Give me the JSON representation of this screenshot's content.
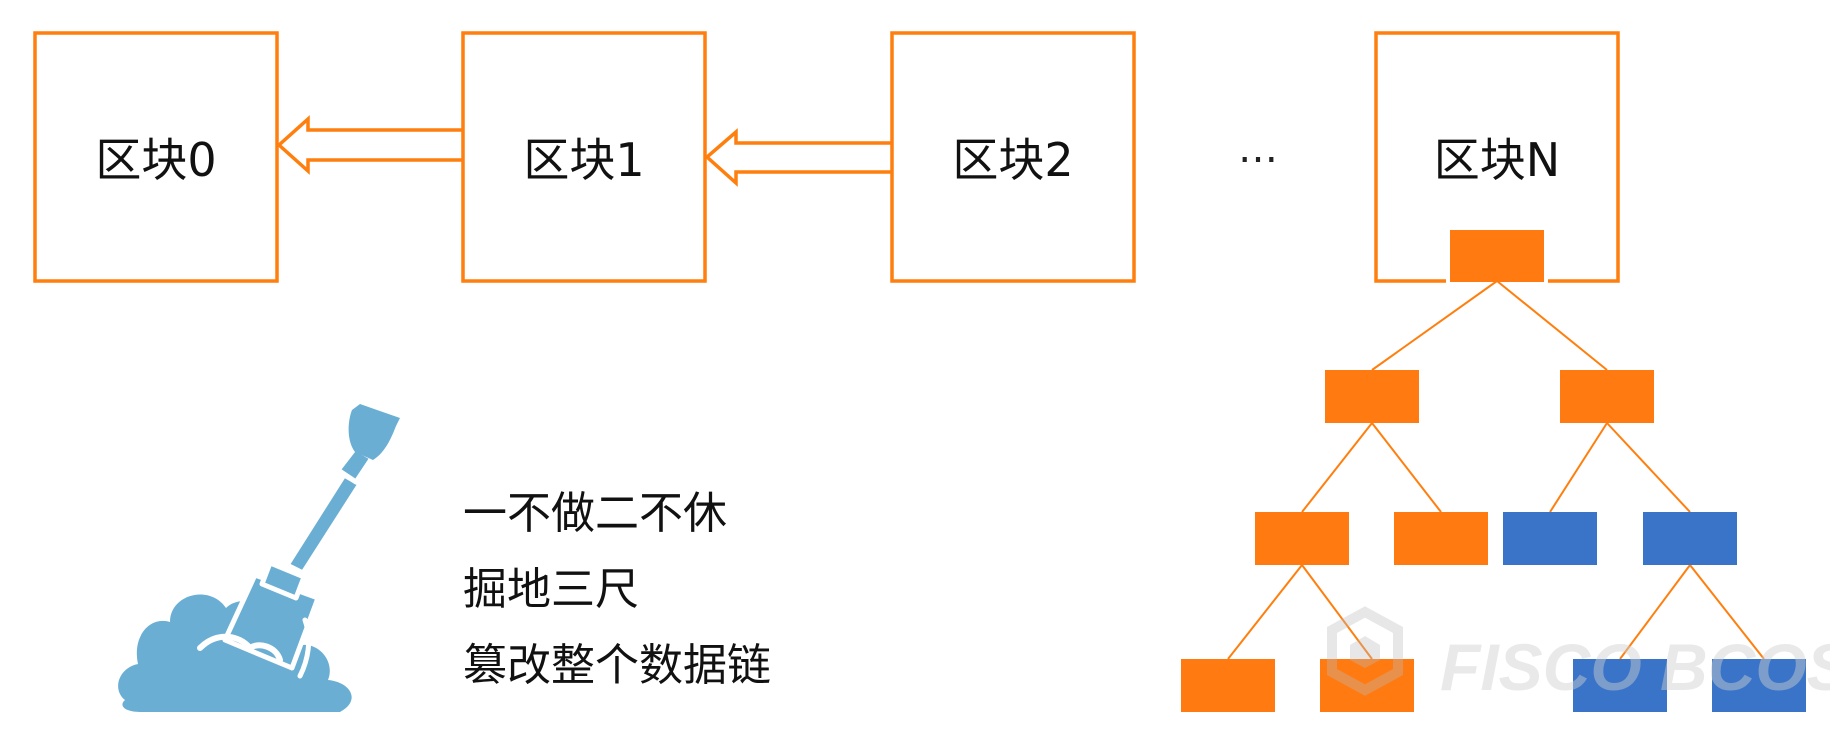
{
  "blocks": [
    {
      "label": "区块0"
    },
    {
      "label": "区块1"
    },
    {
      "label": "区块2"
    },
    {
      "label": "区块N"
    }
  ],
  "ellipsis": "…",
  "caption": {
    "line1": "一不做二不休",
    "line2": "掘地三尺",
    "line3": "篡改整个数据链"
  },
  "watermark": "FISCO BCOS",
  "colors": {
    "orange": "#ff7f0e",
    "orange_fill": "#ff7b12",
    "blue_fill": "#3a74c9",
    "shovel": "#6aafd3",
    "text": "#111111"
  },
  "icons": [
    "shovel-in-dirt-icon",
    "fisco-bcos-logo-icon"
  ]
}
